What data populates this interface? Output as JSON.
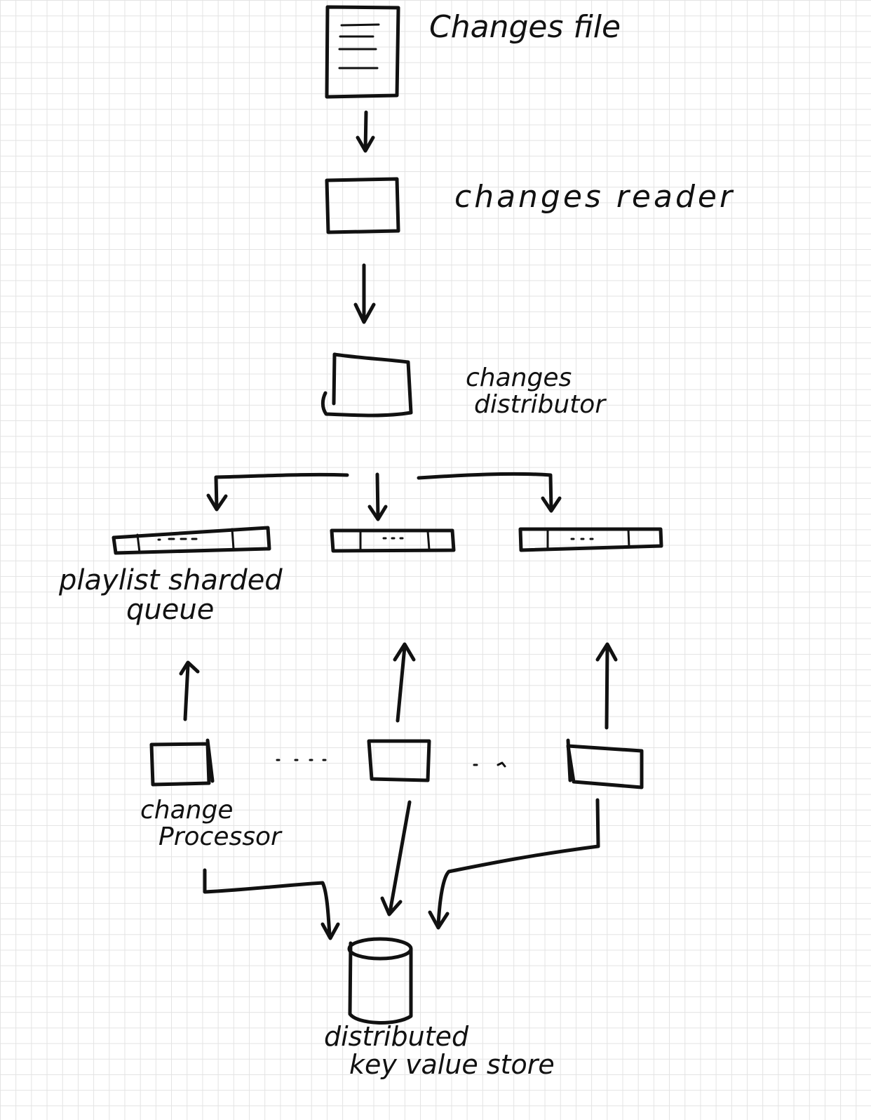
{
  "diagram": {
    "ink_color": "#111111",
    "grid_color": "#e3e3e3",
    "labels": {
      "changes_file": "Changes file",
      "changes_reader": "changes reader",
      "changes_distributor_line1": "changes",
      "changes_distributor_line2": "distributor",
      "queue_line1": "playlist sharded",
      "queue_line2": "queue",
      "processor_line1": "change",
      "processor_line2": "Processor",
      "store_line1": "distributed",
      "store_line2": "key value store"
    }
  }
}
